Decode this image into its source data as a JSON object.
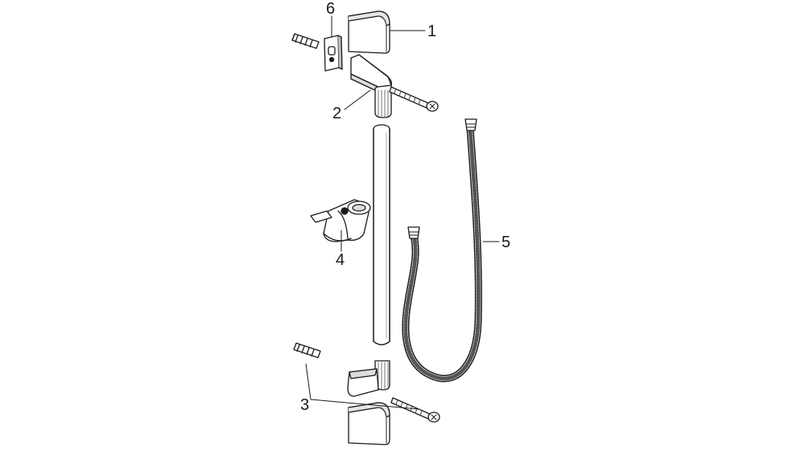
{
  "diagram": {
    "callouts": [
      {
        "id": "1",
        "label": "1"
      },
      {
        "id": "2",
        "label": "2"
      },
      {
        "id": "3",
        "label": "3"
      },
      {
        "id": "4",
        "label": "4"
      },
      {
        "id": "5",
        "label": "5"
      },
      {
        "id": "6",
        "label": "6"
      }
    ]
  },
  "colors": {
    "line": "#1a1a1a",
    "shade": "#9a9a9a",
    "fill": "#ffffff"
  }
}
